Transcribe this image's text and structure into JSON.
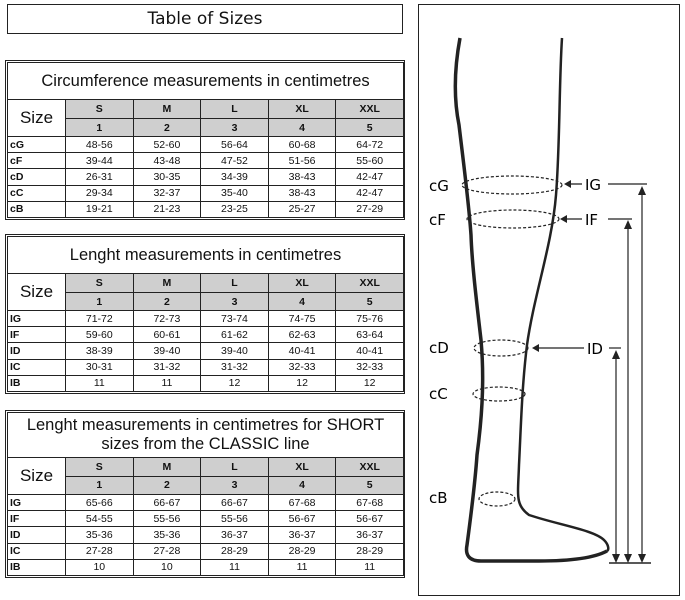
{
  "title": "Table of Sizes",
  "sizes": [
    "S",
    "M",
    "L",
    "XL",
    "XXL"
  ],
  "numbers": [
    "1",
    "2",
    "3",
    "4",
    "5"
  ],
  "size_label": "Size",
  "tables": [
    {
      "caption": "Circumference measurements in centimetres",
      "rows": [
        {
          "label": "cG",
          "values": [
            "48-56",
            "52-60",
            "56-64",
            "60-68",
            "64-72"
          ]
        },
        {
          "label": "cF",
          "values": [
            "39-44",
            "43-48",
            "47-52",
            "51-56",
            "55-60"
          ]
        },
        {
          "label": "cD",
          "values": [
            "26-31",
            "30-35",
            "34-39",
            "38-43",
            "42-47"
          ]
        },
        {
          "label": "cC",
          "values": [
            "29-34",
            "32-37",
            "35-40",
            "38-43",
            "42-47"
          ]
        },
        {
          "label": "cB",
          "values": [
            "19-21",
            "21-23",
            "23-25",
            "25-27",
            "27-29"
          ]
        }
      ]
    },
    {
      "caption": "Lenght measurements in centimetres",
      "rows": [
        {
          "label": "IG",
          "values": [
            "71-72",
            "72-73",
            "73-74",
            "74-75",
            "75-76"
          ]
        },
        {
          "label": "IF",
          "values": [
            "59-60",
            "60-61",
            "61-62",
            "62-63",
            "63-64"
          ]
        },
        {
          "label": "ID",
          "values": [
            "38-39",
            "39-40",
            "39-40",
            "40-41",
            "40-41"
          ]
        },
        {
          "label": "IC",
          "values": [
            "30-31",
            "31-32",
            "31-32",
            "32-33",
            "32-33"
          ]
        },
        {
          "label": "IB",
          "values": [
            "11",
            "11",
            "12",
            "12",
            "12"
          ]
        }
      ]
    },
    {
      "caption": "Lenght measurements in centimetres for SHORT sizes from the CLASSIC line",
      "rows": [
        {
          "label": "IG",
          "values": [
            "65-66",
            "66-67",
            "66-67",
            "67-68",
            "67-68"
          ]
        },
        {
          "label": "IF",
          "values": [
            "54-55",
            "55-56",
            "55-56",
            "56-67",
            "56-67"
          ]
        },
        {
          "label": "ID",
          "values": [
            "35-36",
            "35-36",
            "36-37",
            "36-37",
            "36-37"
          ]
        },
        {
          "label": "IC",
          "values": [
            "27-28",
            "27-28",
            "28-29",
            "28-29",
            "28-29"
          ]
        },
        {
          "label": "IB",
          "values": [
            "10",
            "10",
            "11",
            "11",
            "11"
          ]
        }
      ]
    }
  ],
  "diagram": {
    "circumference_labels": [
      "cG",
      "cF",
      "cD",
      "cC",
      "cB"
    ],
    "length_labels": [
      "IG",
      "IF",
      "ID"
    ]
  }
}
